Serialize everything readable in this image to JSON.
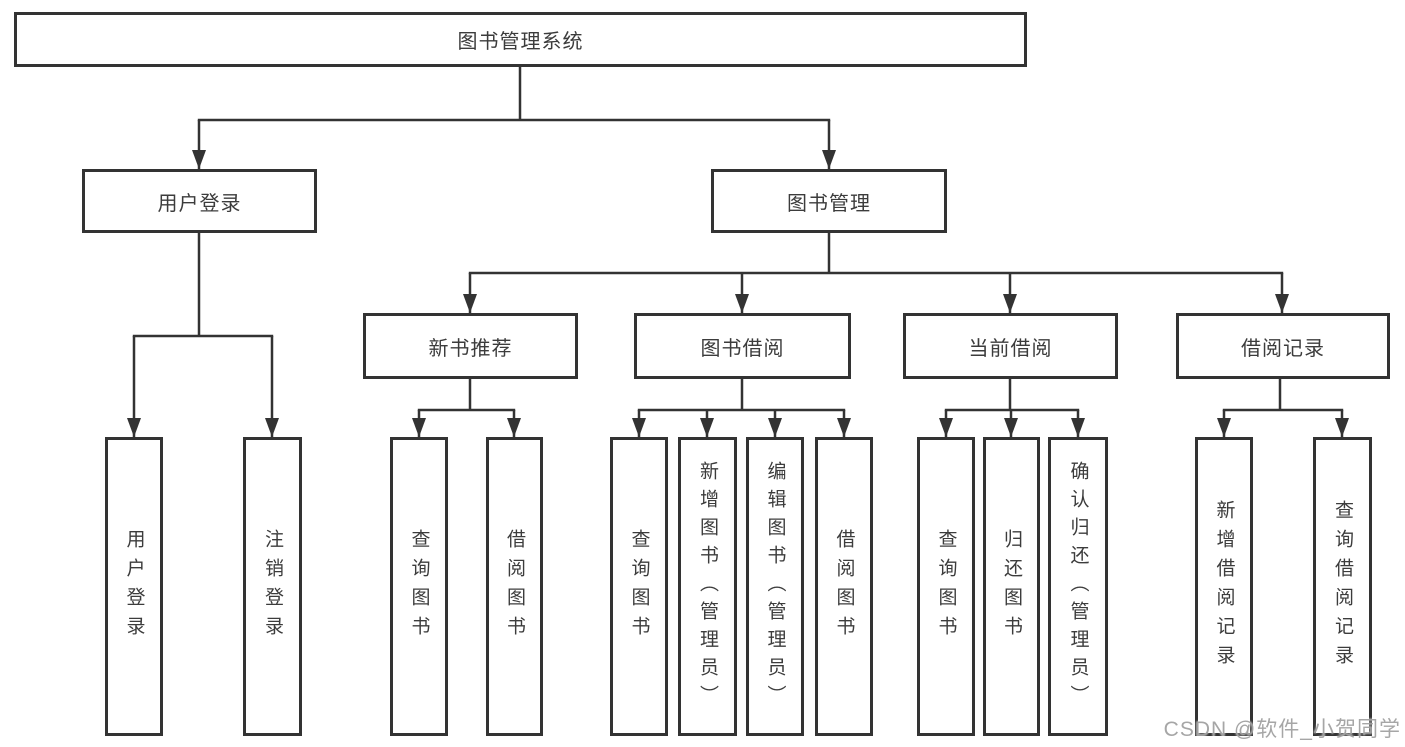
{
  "diagram": {
    "root": "图书管理系统",
    "user_login": {
      "label": "用户登录",
      "leaf_login": "用户登录",
      "leaf_logout": "注销登录"
    },
    "book_mgmt": {
      "label": "图书管理",
      "new_book": {
        "label": "新书推荐",
        "leaf_query": "查询图书",
        "leaf_borrow": "借阅图书"
      },
      "borrow": {
        "label": "图书借阅",
        "leaf_query": "查询图书",
        "leaf_add": "新增图书（管理员）",
        "leaf_edit": "编辑图书（管理员）",
        "leaf_borrow": "借阅图书"
      },
      "current": {
        "label": "当前借阅",
        "leaf_query": "查询图书",
        "leaf_return": "归还图书",
        "leaf_confirm": "确认归还（管理员）"
      },
      "records": {
        "label": "借阅记录",
        "leaf_add": "新增借阅记录",
        "leaf_query": "查询借阅记录"
      }
    },
    "watermark": "CSDN @软件_小贺同学",
    "colors": {
      "line": "#333333",
      "text": "#3c3c3c",
      "watermark": "#9e9e9e",
      "background": "#ffffff"
    }
  }
}
